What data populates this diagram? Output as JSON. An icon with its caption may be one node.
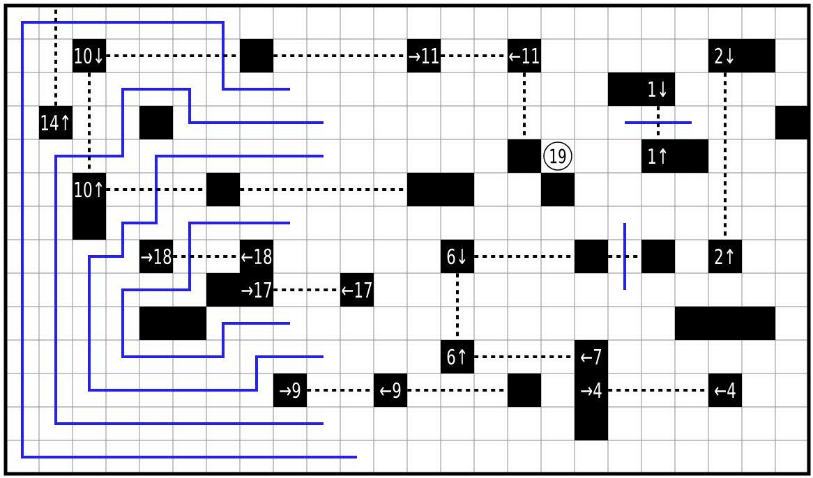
{
  "diagram": {
    "nodes": [
      {
        "text": [
          "10↓"
        ]
      },
      {
        "text": [],
        "shape": "box"
      },
      {
        "text": [
          "→11"
        ]
      },
      {
        "text": [
          "←11"
        ]
      },
      {
        "text": [
          "2↓"
        ]
      },
      {
        "text": [
          "1↓"
        ]
      },
      {
        "text": [
          "14↑"
        ]
      },
      {
        "text": [],
        "shape": "box"
      },
      {
        "text": [],
        "shape": "box"
      },
      {
        "text": [],
        "shape": "box"
      },
      {
        "text": [
          "19"
        ]
      },
      {
        "text": [
          "1↑"
        ]
      },
      {
        "text": [
          "10↑"
        ]
      },
      {
        "text": [],
        "shape": "box"
      },
      {
        "text": [],
        "shape": "box"
      },
      {
        "text": [],
        "shape": "box"
      },
      {
        "text": [
          "→18"
        ]
      },
      {
        "text": [
          "←18"
        ]
      },
      {
        "text": [
          "6↓"
        ]
      },
      {
        "text": [],
        "shape": "box"
      },
      {
        "text": [],
        "shape": "box"
      },
      {
        "text": [
          "2↑"
        ]
      },
      {
        "text": [
          "→17"
        ]
      },
      {
        "text": [
          "←17"
        ]
      },
      {
        "text": [],
        "shape": "box"
      },
      {
        "text": [],
        "shape": "box"
      },
      {
        "text": [
          "6↑"
        ]
      },
      {
        "text": [
          "←7"
        ]
      },
      {
        "text": [
          "→9"
        ]
      },
      {
        "text": [
          "←9"
        ]
      },
      {
        "text": [],
        "shape": "box"
      },
      {
        "text": [
          "→4"
        ]
      },
      {
        "text": [
          "←4"
        ]
      },
      {
        "text": [],
        "shape": "box"
      }
    ],
    "edges": [
      {
        "from": 6,
        "to": null,
        "arrow": "none"
      },
      {
        "from": 0,
        "to": 12,
        "arrow": "none"
      },
      {
        "from": 0,
        "to": 1,
        "arrow": "none"
      },
      {
        "from": 1,
        "to": 2,
        "arrow": "none"
      },
      {
        "from": 2,
        "to": 3,
        "arrow": "none"
      },
      {
        "from": 3,
        "to": 9,
        "arrow": "none"
      },
      {
        "from": 5,
        "to": 11,
        "arrow": "none"
      },
      {
        "from": 4,
        "to": 21,
        "arrow": "none"
      },
      {
        "from": 12,
        "to": 13,
        "arrow": "none"
      },
      {
        "from": 13,
        "to": 14,
        "arrow": "none"
      },
      {
        "from": 16,
        "to": 17,
        "arrow": "none"
      },
      {
        "from": 22,
        "to": 23,
        "arrow": "none"
      },
      {
        "from": 18,
        "to": 19,
        "arrow": "none"
      },
      {
        "from": 19,
        "to": 20,
        "arrow": "none"
      },
      {
        "from": 18,
        "to": 26,
        "arrow": "none"
      },
      {
        "from": 26,
        "to": 27,
        "arrow": "none"
      },
      {
        "from": 28,
        "to": 29,
        "arrow": "none"
      },
      {
        "from": 29,
        "to": 30,
        "arrow": "none"
      },
      {
        "from": 31,
        "to": 32,
        "arrow": "none"
      }
    ]
  }
}
